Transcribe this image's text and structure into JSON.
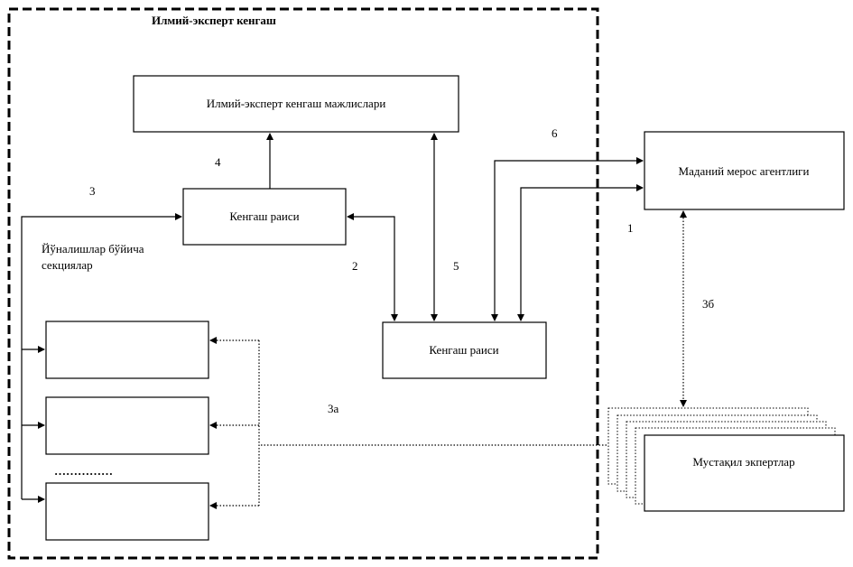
{
  "council": {
    "title": "Илмий-эксперт кенгаш"
  },
  "boxes": {
    "meetings": "Илмий-эксперт кенгаш мажлислари",
    "chair_top": "Кенгаш раиси",
    "chair_bottom": "Кенгаш раиси",
    "agency": "Маданий мерос агентлиги",
    "experts": "Мустақил экпертлар"
  },
  "sections": {
    "line1": "Йўналишлар бўйича",
    "line2": "секциялар",
    "ellipsis": "……………"
  },
  "edge_labels": {
    "l1": "1",
    "l2": "2",
    "l3": "3",
    "l3a": "3а",
    "l3b": "3б",
    "l4": "4",
    "l5": "5",
    "l6": "6"
  }
}
